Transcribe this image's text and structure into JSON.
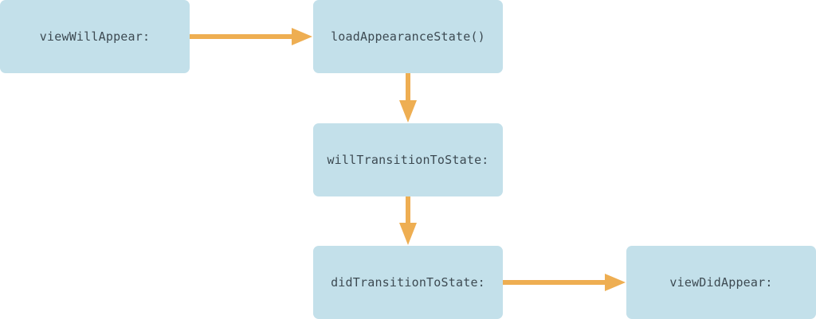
{
  "colors": {
    "node_fill": "#c3e0ea",
    "node_text": "#3d4a52",
    "arrow": "#eeae52",
    "background": "#ffffff"
  },
  "nodes": [
    {
      "id": "view-will-appear",
      "label": "viewWillAppear:"
    },
    {
      "id": "load-appearance-state",
      "label": "loadAppearanceState()"
    },
    {
      "id": "will-transition-to-state",
      "label": "willTransitionToState:"
    },
    {
      "id": "did-transition-to-state",
      "label": "didTransitionToState:"
    },
    {
      "id": "view-did-appear",
      "label": "viewDidAppear:"
    }
  ],
  "edges": [
    {
      "from": "view-will-appear",
      "to": "load-appearance-state"
    },
    {
      "from": "load-appearance-state",
      "to": "will-transition-to-state"
    },
    {
      "from": "will-transition-to-state",
      "to": "did-transition-to-state"
    },
    {
      "from": "did-transition-to-state",
      "to": "view-did-appear"
    }
  ]
}
